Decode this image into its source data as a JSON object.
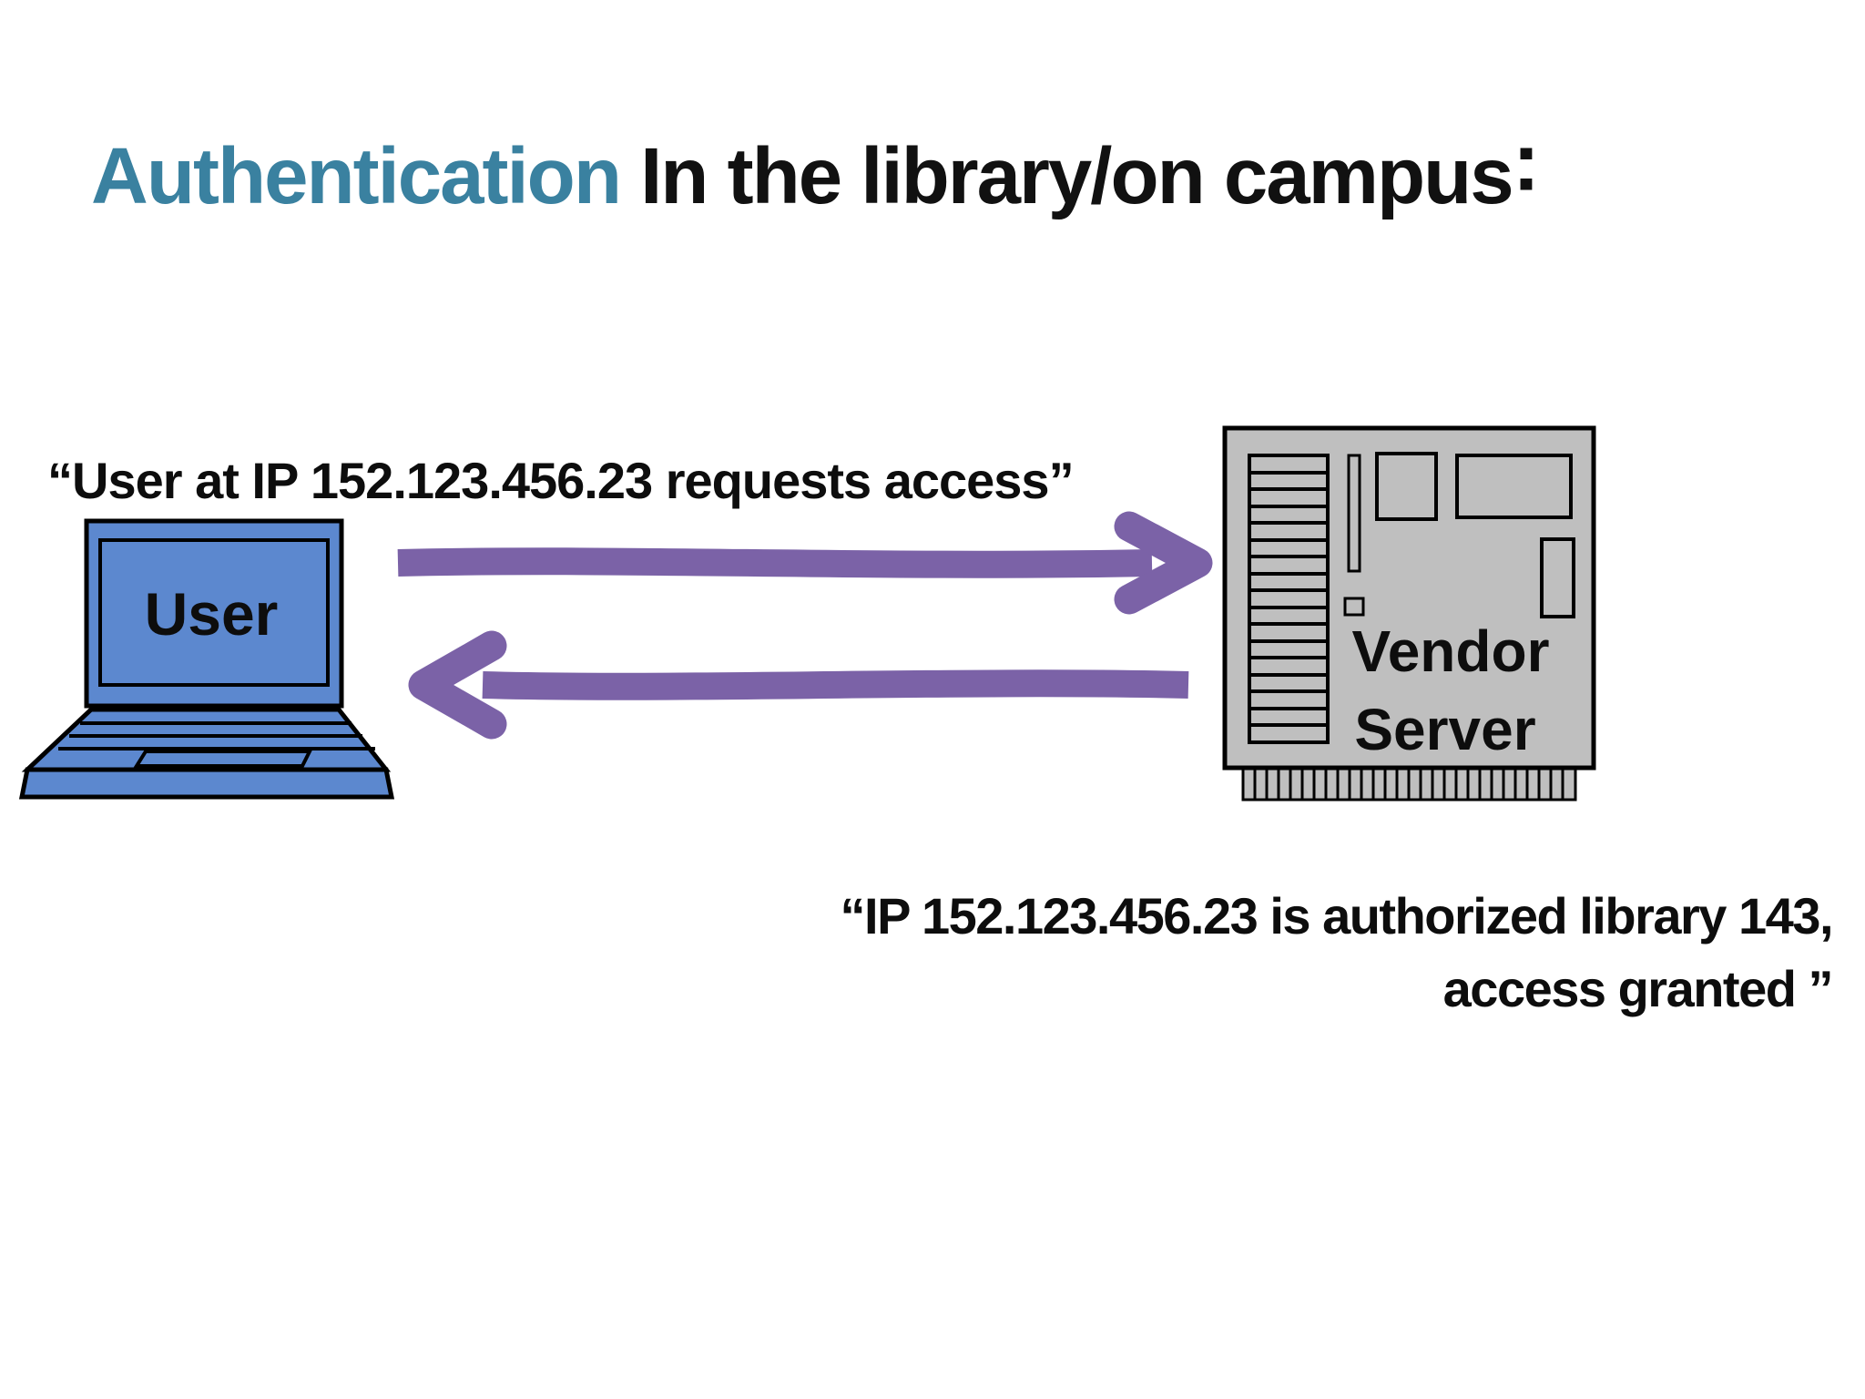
{
  "title": {
    "accent": "Authentication",
    "rest": " In the library/on campus",
    "colon": ":"
  },
  "messages": {
    "request": "“User at IP 152.123.456.23 requests access”",
    "response_line1": "“IP 152.123.456.23 is authorized library 143,",
    "response_line2": "access granted ”"
  },
  "nodes": {
    "user": {
      "label": "User"
    },
    "server": {
      "label_line1": "Vendor",
      "label_line2": "Server"
    }
  },
  "colors": {
    "title_accent": "#3a81a0",
    "text": "#0d0d0d",
    "arrow": "#7b62a7",
    "laptop_fill": "#5c88cf",
    "server_fill": "#bfbfbf",
    "outline": "#000000",
    "background": "#ffffff"
  }
}
